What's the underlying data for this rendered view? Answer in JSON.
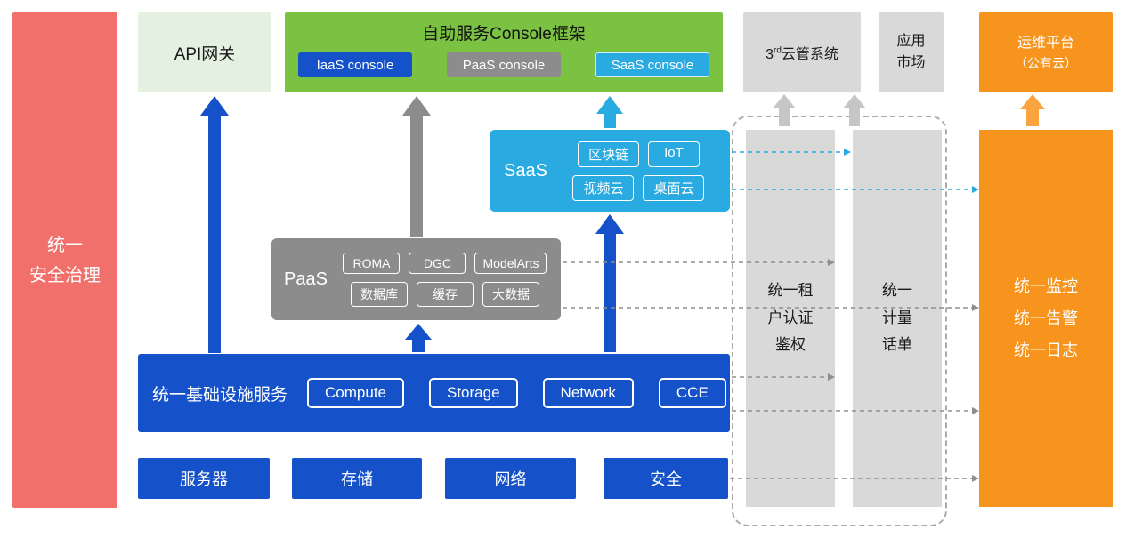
{
  "colors": {
    "red": "#F2706B",
    "light_green": "#E4F1E1",
    "green": "#7BC142",
    "blue": "#1551C8",
    "gray": "#8C8C8C",
    "light_gray": "#D9D9D9",
    "arrow_light_gray": "#C6C6C6",
    "cyan": "#29ABE2",
    "orange": "#F7941D",
    "orange_arrow": "#F9A43F",
    "dash_gray": "#8F8F8F"
  },
  "security_bar": {
    "lines": [
      "统一",
      "安全治理"
    ]
  },
  "api_gateway": {
    "label": "API网关"
  },
  "console_frame": {
    "title": "自助服务Console框架",
    "buttons": [
      "IaaS console",
      "PaaS console",
      "SaaS console"
    ]
  },
  "third_party_cloud": {
    "prefix": "3",
    "sup": "rd",
    "rest": "云管系统"
  },
  "app_market": {
    "lines": [
      "应用",
      "市场"
    ]
  },
  "ops_platform": {
    "lines": [
      "运维平台",
      "（公有云）"
    ]
  },
  "saas": {
    "label": "SaaS",
    "items": [
      "区块链",
      "IoT",
      "视频云",
      "桌面云"
    ]
  },
  "paas": {
    "label": "PaaS",
    "items": [
      "ROMA",
      "DGC",
      "ModelArts",
      "数据库",
      "缓存",
      "大数据"
    ]
  },
  "infrastructure": {
    "label": "统一基础设施服务",
    "items": [
      "Compute",
      "Storage",
      "Network",
      "CCE"
    ]
  },
  "hardware": {
    "items": [
      "服务器",
      "存储",
      "网络",
      "安全"
    ]
  },
  "auth_bar": {
    "lines": [
      "统一租",
      "户认证",
      "鉴权"
    ]
  },
  "billing_bar": {
    "lines": [
      "统一",
      "计量",
      "话单"
    ]
  },
  "monitor_box": {
    "lines": [
      "统一监控",
      "统一告警",
      "统一日志"
    ]
  }
}
